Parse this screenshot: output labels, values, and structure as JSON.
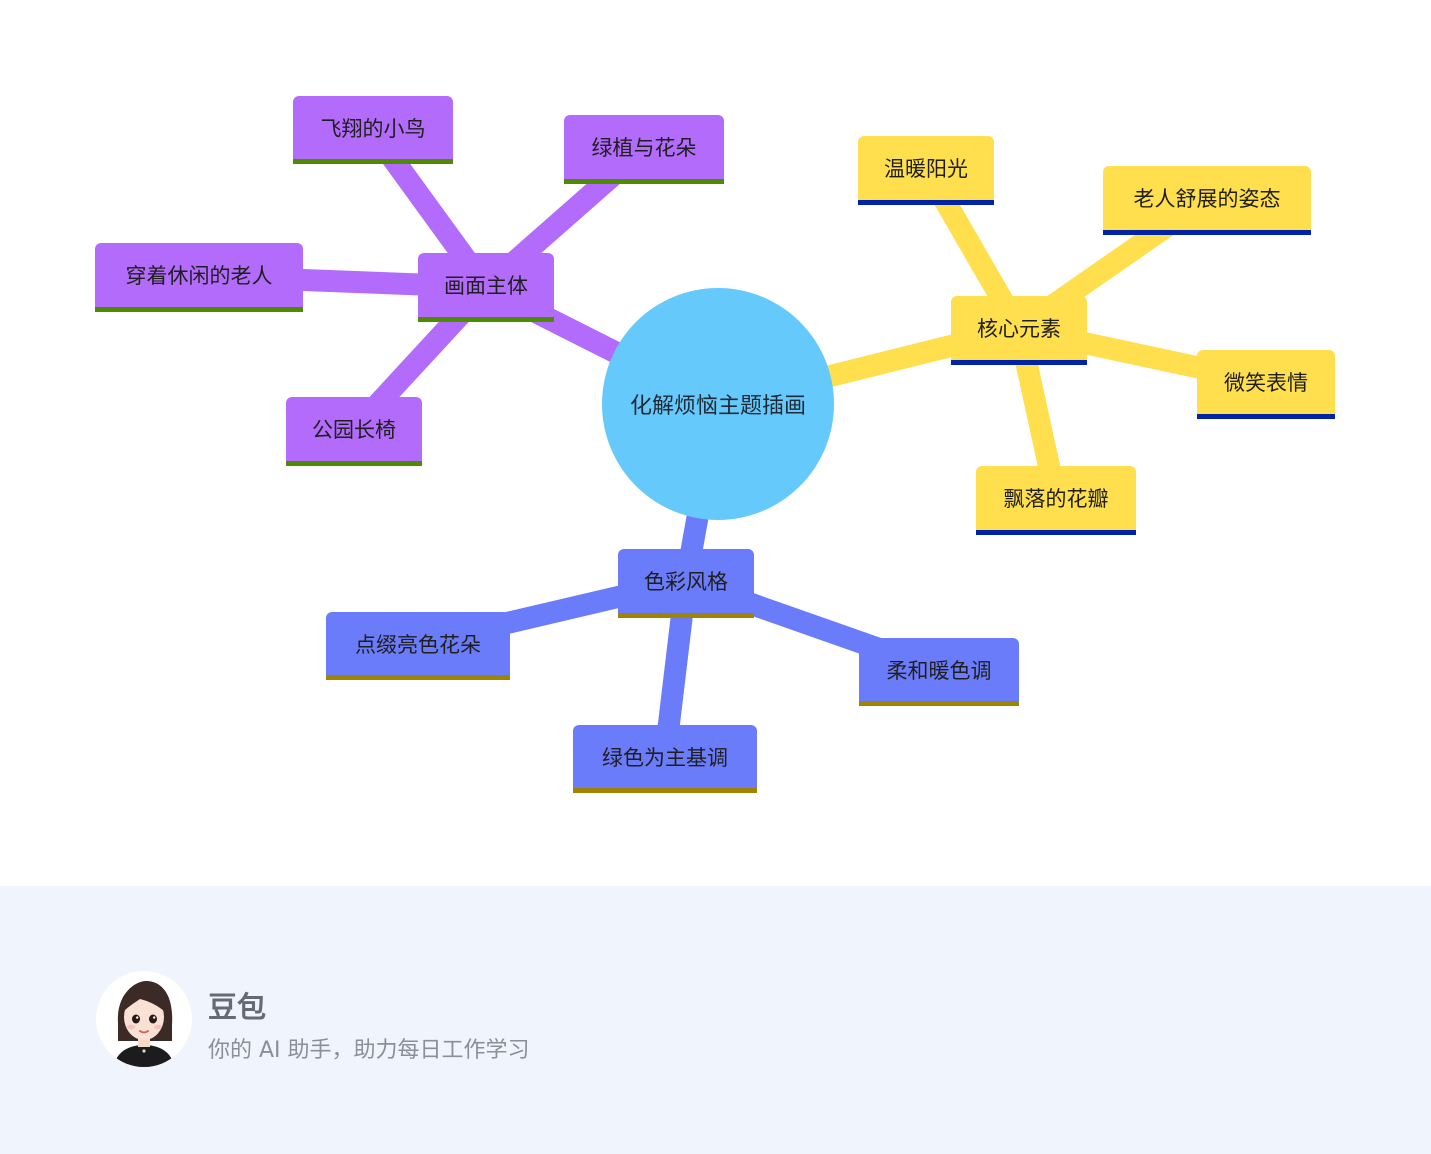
{
  "mindmap": {
    "center": "化解烦恼主题插画",
    "branches": [
      {
        "label": "画面主体",
        "color": "#b26bfa",
        "underline": "#4d8c00",
        "children": [
          "飞翔的小鸟",
          "绿植与花朵",
          "穿着休闲的老人",
          "公园长椅"
        ]
      },
      {
        "label": "核心元素",
        "color": "#ffdf4d",
        "underline": "#0024a8",
        "children": [
          "温暖阳光",
          "老人舒展的姿态",
          "微笑表情",
          "飘落的花瓣"
        ]
      },
      {
        "label": "色彩风格",
        "color": "#6b7cfa",
        "underline": "#9e8400",
        "children": [
          "点缀亮色花朵",
          "柔和暖色调",
          "绿色为主基调"
        ]
      }
    ],
    "center_color": "#66c9fc"
  },
  "footer": {
    "name": "豆包",
    "tagline": "你的 AI 助手，助力每日工作学习"
  }
}
